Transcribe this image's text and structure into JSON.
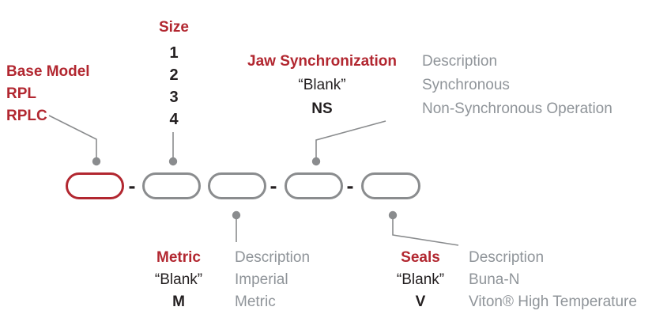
{
  "diagram": {
    "title_semantic": "ordering code diagram",
    "separator": "-",
    "base_model": {
      "label": "Base Model",
      "options": [
        "RPL",
        "RPLC"
      ]
    },
    "size": {
      "label": "Size",
      "options": [
        "1",
        "2",
        "3",
        "4"
      ]
    },
    "jaw_synchronization": {
      "label": "Jaw Synchronization",
      "description_header": "Description",
      "rows": [
        {
          "code": "“Blank”",
          "description": "Synchronous"
        },
        {
          "code": "NS",
          "description": "Non-Synchronous Operation"
        }
      ]
    },
    "metric": {
      "label": "Metric",
      "description_header": "Description",
      "rows": [
        {
          "code": "“Blank”",
          "description": "Imperial"
        },
        {
          "code": "M",
          "description": "Metric"
        }
      ]
    },
    "seals": {
      "label": "Seals",
      "description_header": "Description",
      "rows": [
        {
          "code": "“Blank”",
          "description": "Buna-N"
        },
        {
          "code": "V",
          "description": "Viton® High Temperature"
        }
      ]
    },
    "colors": {
      "accent_red": "#B22730",
      "text_gray": "#8F9499",
      "text_black": "#231F20",
      "line_gray": "#8A8C8E"
    }
  }
}
